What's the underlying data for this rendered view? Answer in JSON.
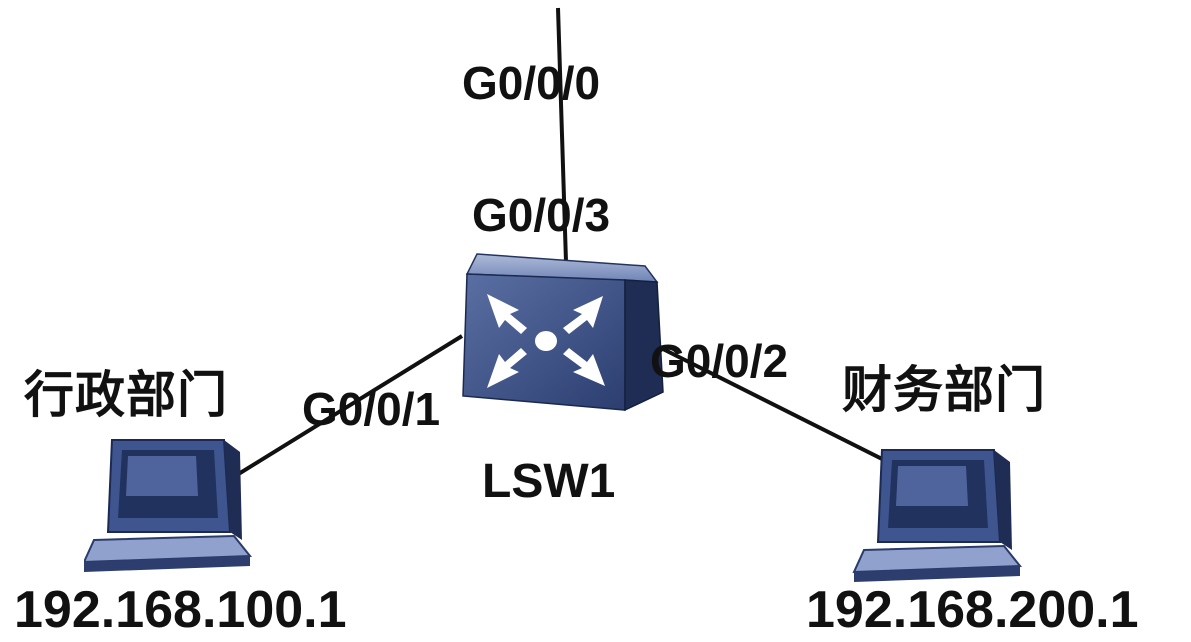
{
  "topology": {
    "switch": {
      "name": "LSW1",
      "icon": "switch-icon",
      "colors": {
        "top": "#8aa0c8",
        "front": "#3c5184",
        "side": "#1f2d55",
        "arrow": "#ffffff"
      }
    },
    "uplink": {
      "switch_port": "G0/0/3",
      "upstream_port": "G0/0/0"
    },
    "hosts": [
      {
        "department": "行政部门",
        "ip": "192.168.100.1",
        "switch_port": "G0/0/1",
        "icon": "pc-icon"
      },
      {
        "department": "财务部门",
        "ip": "192.168.200.1",
        "switch_port": "G0/0/2",
        "icon": "pc-icon"
      }
    ],
    "link_color": "#111111"
  }
}
